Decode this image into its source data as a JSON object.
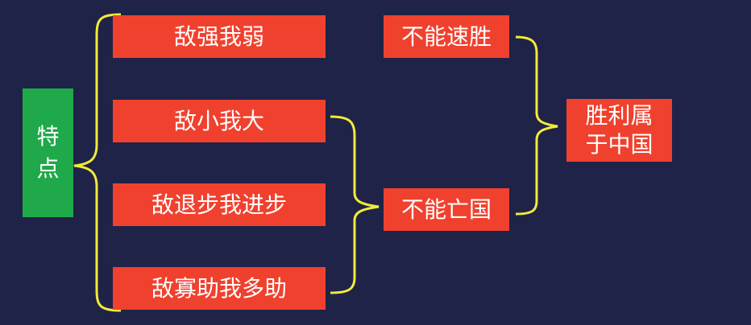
{
  "root": {
    "line1": "特",
    "line2": "点"
  },
  "features": [
    "敌强我弱",
    "敌小我大",
    "敌退步我进步",
    "敌寡助我多助"
  ],
  "results": {
    "fast_win": "不能速胜",
    "not_perish": "不能亡国"
  },
  "conclusion": {
    "line1": "胜利属",
    "line2": "于中国"
  },
  "colors": {
    "background": "#1f2347",
    "box_red": "#f0412e",
    "box_green": "#1fa94a",
    "bracket": "#f2ea3a",
    "text": "#ffffff"
  }
}
